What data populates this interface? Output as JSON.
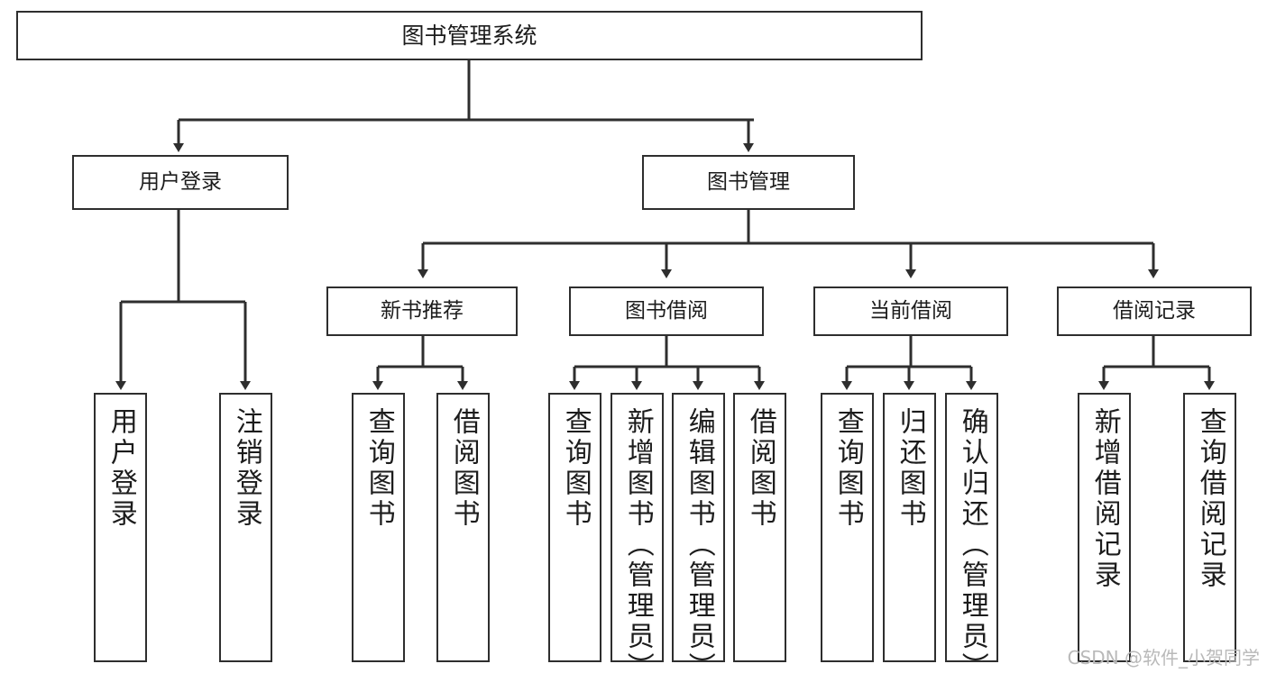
{
  "diagram": {
    "title": "图书管理系统",
    "watermark": "CSDN @软件_小贺同学",
    "stroke_color": "#2e2e2e",
    "fill_color": "#ffffff",
    "text_color": "#1c1c1c",
    "background": "#ffffff"
  },
  "nodes": {
    "root": {
      "label": "图书管理系统"
    },
    "level1": [
      {
        "label": "用户登录"
      },
      {
        "label": "图书管理"
      }
    ],
    "level2": [
      {
        "label": "新书推荐"
      },
      {
        "label": "图书借阅"
      },
      {
        "label": "当前借阅"
      },
      {
        "label": "借阅记录"
      }
    ],
    "leaves": [
      {
        "label": "用户登录"
      },
      {
        "label": "注销登录"
      },
      {
        "label": "查询图书"
      },
      {
        "label": "借阅图书"
      },
      {
        "label": "查询图书"
      },
      {
        "label": "新增图书（管理员）"
      },
      {
        "label": "编辑图书（管理员）"
      },
      {
        "label": "借阅图书"
      },
      {
        "label": "查询图书"
      },
      {
        "label": "归还图书"
      },
      {
        "label": "确认归还（管理员）"
      },
      {
        "label": "新增借阅记录"
      },
      {
        "label": "查询借阅记录"
      }
    ]
  }
}
